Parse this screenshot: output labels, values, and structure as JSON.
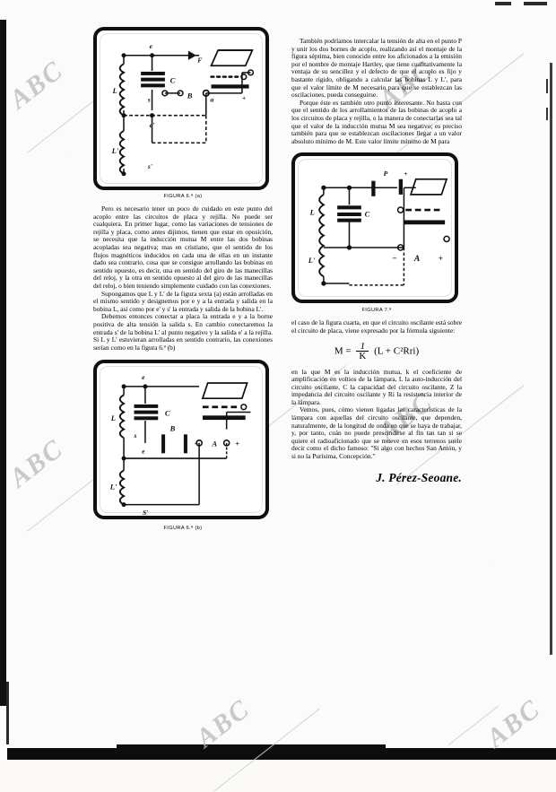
{
  "publication": {
    "watermark": "ABC"
  },
  "left_column": {
    "figure_top": {
      "caption": "FIGURA 6.ª (a)",
      "labels": [
        "e",
        "F",
        "L",
        "C",
        "B",
        "s",
        "a",
        "e'",
        "L'",
        "s'"
      ]
    },
    "paragraphs": [
      "Pero es necesario tener un poco de cuidado en este punto del acoplo entre las circuitos de placa y rejilla. No puede ser cualquiera. En primer lugar, como las variaciones de tensiones de rejilla y placa, como antes dijimos, tienen que estar en oposición, se necesita que la inducción mutua M entre las dos bobinas acopladas sea negativa; mas en cristiano, que el sentido de los flujos magnéticos inducidos en cada una de ellas en un instante dado sea contrario, cosa que se consigue arrollando las bobinas en sentido opuesto, es decir, una en sentido del giro de las manecillas del reloj, y la otra en sentido opuesto al del giro de las manecillas del reloj, o bien teniendo simplemente cuidado con las conexiones.",
      "Supongamos que L y L' de la figura sexta (a) están arrolladas en el mismo sentido y designemos por e y a la entrada y salida en la bobina L, así como por e' y s' la entrada y salida de la bobina L'.",
      "Debemos entonces conectar a placa la entrada e y a la borne positiva de alta tensión la salida s. En cambio conectaremos la entrada s' de la bobina L' al punto negativo y la salida e' a la rejilla. Si L y L' estuvieran arrolladas en sentido contrario, las conexiones serían como en la figura 6.ª (b)"
    ],
    "figure_bottom": {
      "caption": "FIGURA 6.ª (b)",
      "labels": [
        "e",
        "L",
        "C",
        "s",
        "B",
        "A",
        "e",
        "L'",
        "S'"
      ]
    }
  },
  "right_column": {
    "paragraphs": [
      "También podríamos intercalar la tensión de alta en el punto P y unir los dos bornes de acoplo, realizando así el montaje de la figura séptima, bien conocido entre los aficionados a la emisión por el nombre de montaje Hartley, que tiene cualitativamente la ventaja de su sencillez y el defecto de que el acoplo es fijo y bastante rígido, obligando a calcular las bobinas L y L', para que el valor límite de M necesario para que se establezcan las oscilaciones, pueda conseguirse.",
      "Porque éste es también otro punto interesante. No basta con que el sentido de los arrollamientos de las bobinas de acoplo a los circuitos de placa y rejilla, o la manera de conectarlas sea tal que el valor de la inducción mutua M sea negativo; es preciso también para que se establezcan oscilaciones llegar a un valor absoluto mínimo de M. Este valor límite mínimo de M para"
    ],
    "figure": {
      "caption": "FIGURA 7.ª",
      "labels": [
        "L",
        "C",
        "L'",
        "P",
        "A",
        "−",
        "+"
      ]
    },
    "paragraphs_after": [
      "el caso de la figura cuarta, en que el circuito oscilante está sobre el circuito de placa, viene expresado por la fórmula siguiente:"
    ],
    "formula": {
      "lhs": "M",
      "eq": "=",
      "numerator": "1",
      "denominator": "K",
      "rhs": "(L + C²Rri)"
    },
    "paragraphs_end": [
      "en la que M es la inducción mutua, k el coeficiente de amplificación en voltios de la lámpara, L la auto-inducción del circuito oscilante, C la capacidad del circuito oscilante, Z la impedancia del circuito oscilante y Ri la resistencia interior de la lámpara.",
      "Vemos, pues, cómo vienen ligadas las características de la lámpara con aquellas del circuito oscilante, que dependen, naturalmente, de la longitud de onda en que se haya de trabajar, y, por tanto, cuán no puede prescindirse al fin tan tan si se quiere el radioaficionado que se mueve en esos terrenos suele decir como el dicho famoso: \"Si algo con hechos San Antón, y si no la Purísima, Concepción.\""
    ],
    "signature": "J. Pérez-Seoane."
  }
}
